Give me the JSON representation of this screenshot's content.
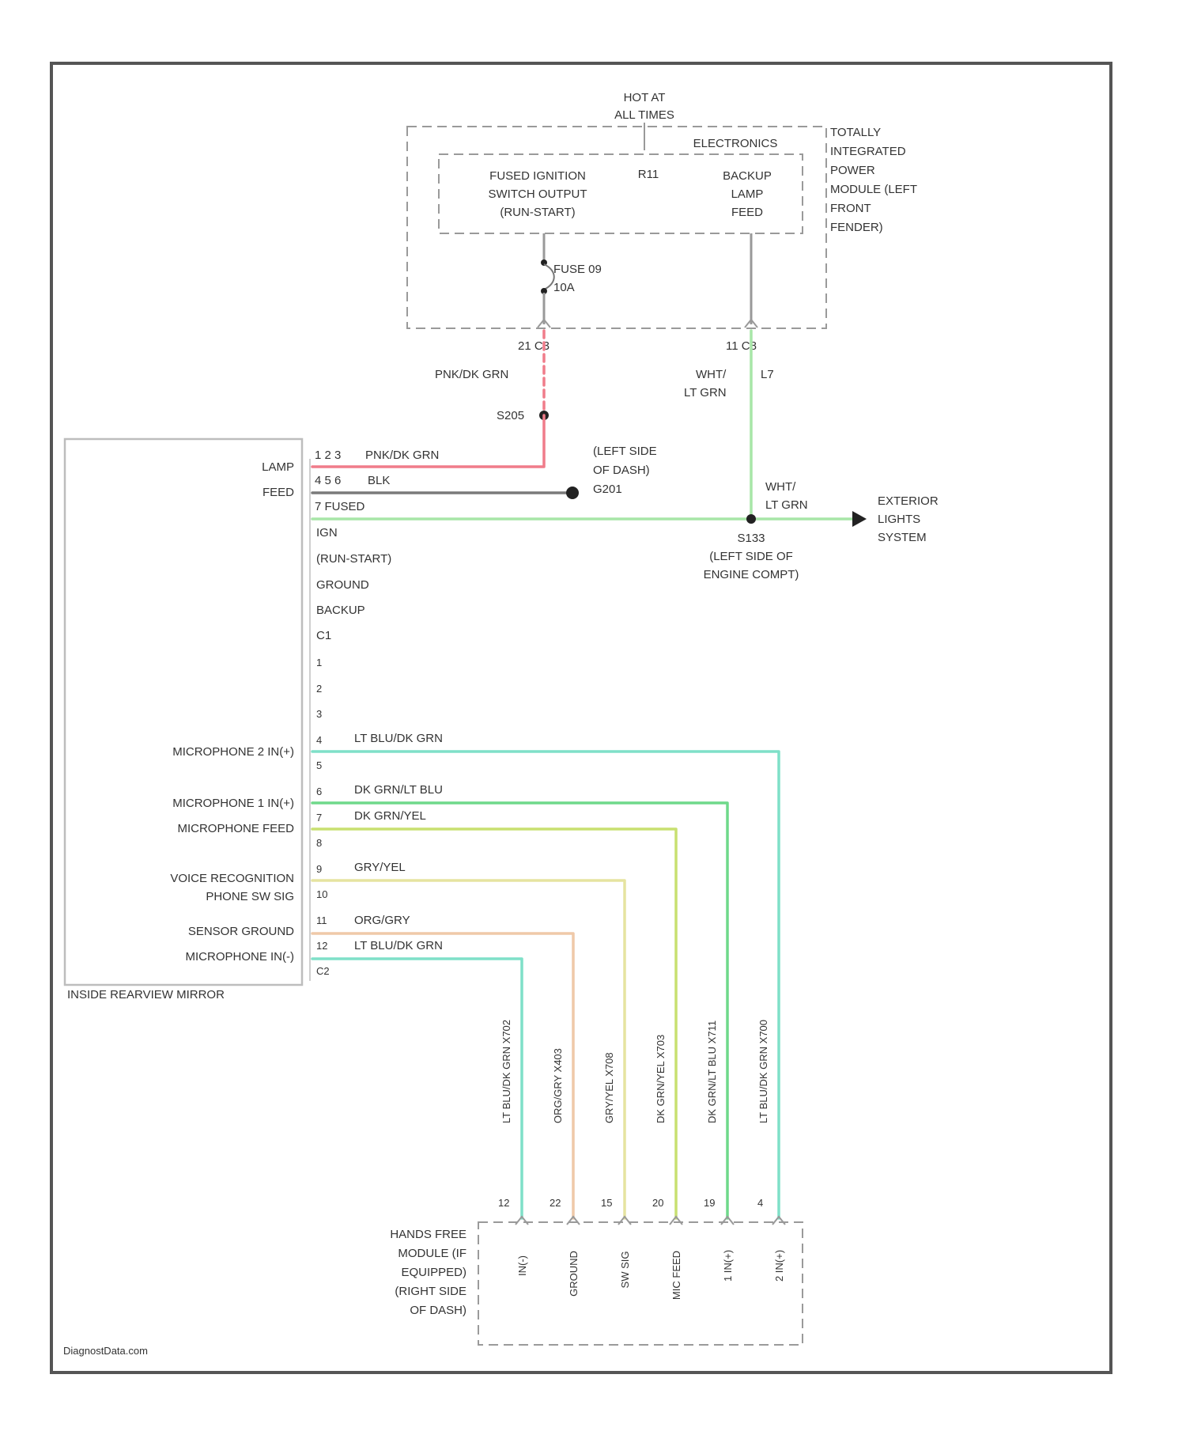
{
  "module": {
    "hot_label": [
      "HOT AT",
      "ALL TIMES"
    ],
    "electronics": "ELECTRONICS",
    "name_lines": [
      "TOTALLY",
      "INTEGRATED",
      "POWER",
      "MODULE (LEFT",
      "FRONT",
      "FENDER)"
    ],
    "ign_output_lines": [
      "FUSED IGNITION",
      "SWITCH OUTPUT",
      "(RUN-START)"
    ],
    "relay": "R11",
    "backup_feed_lines": [
      "BACKUP",
      "LAMP",
      "FEED"
    ],
    "fuse_lines": [
      "FUSE 09",
      "10A"
    ]
  },
  "connectors": {
    "tipm_c3": "21  C3",
    "tipm_c8": "11  C8",
    "s205": "S205",
    "s133": "S133",
    "s133_loc": [
      "(LEFT SIDE OF",
      "ENGINE COMPT)"
    ],
    "ground": "G201",
    "ground_loc": [
      "(LEFT SIDE",
      "OF DASH)"
    ]
  },
  "wires": {
    "pnk_dkgrn_1": "PNK/DK GRN",
    "pnk_dkgrn_2": "PNK/DK GRN",
    "wht_ltgrn": [
      "WHT/",
      "LT GRN"
    ],
    "l7": "L7",
    "wht_ltgrn_2": [
      "WHT/",
      "LT GRN"
    ],
    "blk": "BLK",
    "lt_blu_dkgrn": "LT BLU/DK GRN",
    "dk_grn_lt_blu": "DK GRN/LT BLU",
    "dk_grn_yel": "DK GRN/YEL",
    "gry_yel": "GRY/YEL",
    "org_gry": "ORG/GRY",
    "lt_blu_dkgrn_2": "LT BLU/DK GRN"
  },
  "exterior": [
    "EXTERIOR",
    "LIGHTS",
    "SYSTEM"
  ],
  "mirror": {
    "name": "INSIDE REARVIEW MIRROR",
    "lamp_feed": [
      "LAMP",
      "FEED"
    ],
    "top_pins": [
      "1 2 3",
      "4 5 6",
      "7 FUSED"
    ],
    "pin_labels": [
      "IGN",
      "(RUN-START)",
      "GROUND",
      "BACKUP",
      "C1"
    ],
    "numbered_pins": [
      "1",
      "2",
      "3",
      "4",
      "5",
      "6",
      "7",
      "8",
      "9",
      "10",
      "11",
      "12",
      "C2"
    ],
    "mic2": "MICROPHONE 2 IN(+)",
    "mic1": "MICROPHONE 1 IN(+)",
    "mic_feed": "MICROPHONE FEED",
    "voice_lines": [
      "VOICE RECOGNITION",
      "PHONE SW SIG"
    ],
    "sensor_ground": "SENSOR GROUND",
    "mic_in_neg": "MICROPHONE IN(-)"
  },
  "hfm": {
    "name_lines": [
      "HANDS FREE",
      "MODULE (IF",
      "EQUIPPED)",
      "(RIGHT SIDE",
      "OF DASH)"
    ],
    "pins": [
      "12",
      "22",
      "15",
      "20",
      "19",
      "4"
    ],
    "pin_labels": [
      "IN(-)",
      "GROUND",
      "SW SIG",
      "MIC FEED",
      "1 IN(+)",
      "2 IN(+)"
    ],
    "wire_codes": [
      "LT BLU/DK GRN  X702",
      "ORG/GRY  X403",
      "GRY/YEL  X708",
      "DK GRN/YEL  X703",
      "DK GRN/LT BLU  X711",
      "LT BLU/DK GRN  X700"
    ]
  },
  "watermark": "DiagnostData.com",
  "colors": {
    "pink": "#f07c8a",
    "dark_gray": "#7a7a7a",
    "light_green": "#a8e6a8",
    "aqua": "#7fe0c8",
    "green": "#6fd98a",
    "yellow_green": "#c8e070",
    "pale_yellow": "#e6e4a0",
    "peach": "#efc9a8"
  }
}
